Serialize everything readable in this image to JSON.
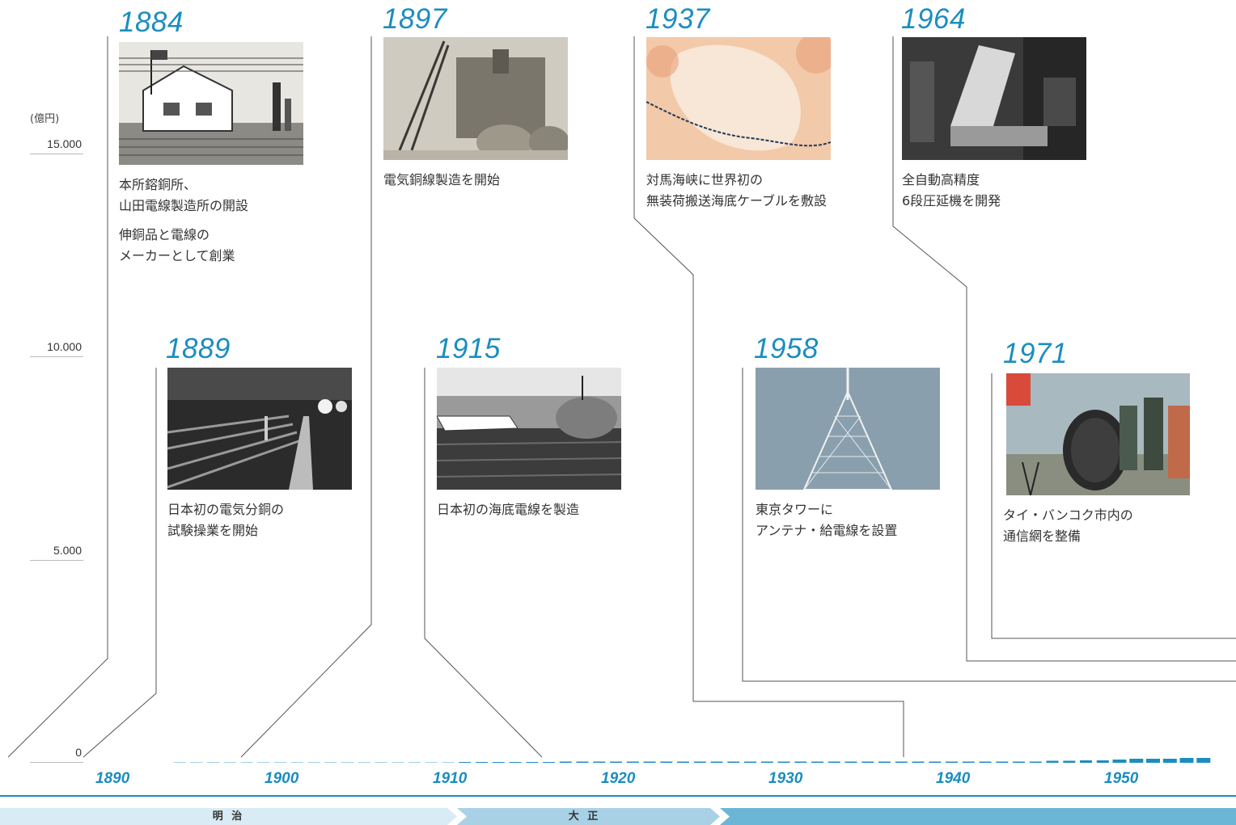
{
  "unit_label": "(億円)",
  "chart_data": {
    "type": "bar",
    "ylim": [
      0,
      15000
    ],
    "yticks": [
      "15,000",
      "10,000",
      "5,000",
      "0"
    ],
    "y_tick_labels": [
      "15.000",
      "10.000",
      "5.000",
      "0"
    ],
    "x_ticks": [
      "1890",
      "1900",
      "1910",
      "1920",
      "1930",
      "1940",
      "1950"
    ],
    "x_range": [
      1890,
      1956
    ],
    "series": [
      {
        "values": [
          {
            "year": 1894,
            "value": 10
          },
          {
            "year": 1895,
            "value": 10
          },
          {
            "year": 1896,
            "value": 10
          },
          {
            "year": 1897,
            "value": 10
          },
          {
            "year": 1898,
            "value": 10
          },
          {
            "year": 1899,
            "value": 10
          },
          {
            "year": 1900,
            "value": 10
          },
          {
            "year": 1901,
            "value": 10
          },
          {
            "year": 1902,
            "value": 10
          },
          {
            "year": 1903,
            "value": 10
          },
          {
            "year": 1904,
            "value": 10
          },
          {
            "year": 1905,
            "value": 10
          },
          {
            "year": 1906,
            "value": 10
          },
          {
            "year": 1907,
            "value": 10
          },
          {
            "year": 1908,
            "value": 10
          },
          {
            "year": 1909,
            "value": 10
          },
          {
            "year": 1910,
            "value": 10
          },
          {
            "year": 1911,
            "value": 20
          },
          {
            "year": 1912,
            "value": 20
          },
          {
            "year": 1913,
            "value": 20
          },
          {
            "year": 1914,
            "value": 20
          },
          {
            "year": 1915,
            "value": 20
          },
          {
            "year": 1916,
            "value": 20
          },
          {
            "year": 1917,
            "value": 30
          },
          {
            "year": 1918,
            "value": 30
          },
          {
            "year": 1919,
            "value": 30
          },
          {
            "year": 1920,
            "value": 30
          },
          {
            "year": 1921,
            "value": 30
          },
          {
            "year": 1922,
            "value": 30
          },
          {
            "year": 1923,
            "value": 30
          },
          {
            "year": 1924,
            "value": 30
          },
          {
            "year": 1925,
            "value": 30
          },
          {
            "year": 1926,
            "value": 30
          },
          {
            "year": 1927,
            "value": 30
          },
          {
            "year": 1928,
            "value": 30
          },
          {
            "year": 1929,
            "value": 30
          },
          {
            "year": 1930,
            "value": 30
          },
          {
            "year": 1931,
            "value": 30
          },
          {
            "year": 1932,
            "value": 30
          },
          {
            "year": 1933,
            "value": 30
          },
          {
            "year": 1934,
            "value": 30
          },
          {
            "year": 1935,
            "value": 30
          },
          {
            "year": 1936,
            "value": 30
          },
          {
            "year": 1937,
            "value": 30
          },
          {
            "year": 1938,
            "value": 30
          },
          {
            "year": 1939,
            "value": 30
          },
          {
            "year": 1940,
            "value": 30
          },
          {
            "year": 1941,
            "value": 30
          },
          {
            "year": 1942,
            "value": 30
          },
          {
            "year": 1943,
            "value": 30
          },
          {
            "year": 1944,
            "value": 30
          },
          {
            "year": 1945,
            "value": 30
          },
          {
            "year": 1946,
            "value": 50
          },
          {
            "year": 1947,
            "value": 50
          },
          {
            "year": 1948,
            "value": 60
          },
          {
            "year": 1949,
            "value": 60
          },
          {
            "year": 1950,
            "value": 80
          },
          {
            "year": 1951,
            "value": 100
          },
          {
            "year": 1952,
            "value": 100
          },
          {
            "year": 1953,
            "value": 100
          },
          {
            "year": 1954,
            "value": 120
          },
          {
            "year": 1955,
            "value": 120
          }
        ]
      }
    ]
  },
  "eras": [
    {
      "label": "明 治",
      "color": "#d9ebf4"
    },
    {
      "label": "大 正",
      "color": "#a8d1e6"
    },
    {
      "label": "",
      "color": "#6bb6d7"
    }
  ],
  "events": [
    {
      "year": "1884",
      "lines": [
        "本所鎔銅所、",
        "山田電線製造所の開設"
      ],
      "lines2": [
        "伸銅品と電線の",
        "メーカーとして創業"
      ],
      "photo": "sketch"
    },
    {
      "year": "1889",
      "lines": [
        "日本初の電気分銅の",
        "試験操業を開始"
      ],
      "photo": "factory"
    },
    {
      "year": "1897",
      "lines": [
        "電気銅線製造を開始"
      ],
      "photo": "crane"
    },
    {
      "year": "1915",
      "lines": [
        "日本初の海底電線を製造"
      ],
      "photo": "sea"
    },
    {
      "year": "1937",
      "lines": [
        "対馬海峡に世界初の",
        "無装荷搬送海底ケーブルを敷設"
      ],
      "photo": "map"
    },
    {
      "year": "1958",
      "lines": [
        "東京タワーに",
        "アンテナ・給電線を設置"
      ],
      "photo": "tower"
    },
    {
      "year": "1964",
      "lines": [
        "全自動高精度",
        "6段圧延機を開発"
      ],
      "photo": "mill"
    },
    {
      "year": "1971",
      "lines": [
        "タイ・バンコク市内の",
        "通信網を整備"
      ],
      "photo": "bangkok"
    }
  ],
  "colors": {
    "accent": "#1b8dc0",
    "line": "#555555"
  }
}
